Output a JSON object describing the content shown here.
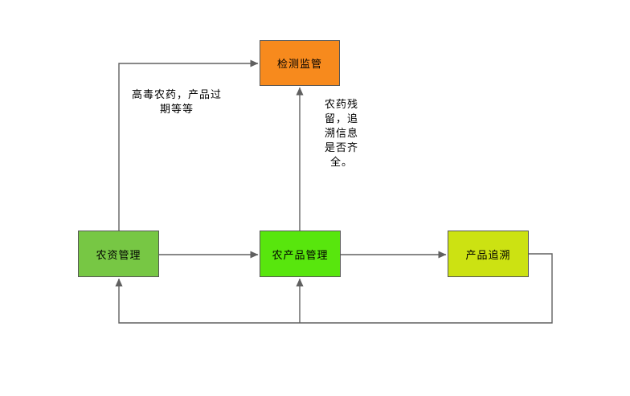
{
  "diagram": {
    "background_color": "#ffffff",
    "line_color": "#606060",
    "border_color": "#575757",
    "text_color": "#000000",
    "nodes": [
      {
        "id": "jiance",
        "label": "检测监管",
        "fill": "#f78a1d"
      },
      {
        "id": "nongzi",
        "label": "农资管理",
        "fill": "#77c744"
      },
      {
        "id": "nongchanpin",
        "label": "农产品管理",
        "fill": "#58e60d"
      },
      {
        "id": "chanpin",
        "label": "产品追溯",
        "fill": "#cce212"
      }
    ],
    "annotations": [
      {
        "id": "left",
        "text": "高毒农药，产品过\n期等等"
      },
      {
        "id": "right",
        "text": "农药残\n留，追\n溯信息\n是否齐\n全。"
      }
    ],
    "connections": [
      {
        "from": "农资管理",
        "to": "检测监管",
        "label": "高毒农药，产品过期等等"
      },
      {
        "from": "农产品管理",
        "to": "检测监管",
        "label": "农药残留，追溯信息是否齐全。"
      },
      {
        "from": "农资管理",
        "to": "农产品管理",
        "label": ""
      },
      {
        "from": "农产品管理",
        "to": "产品追溯",
        "label": ""
      },
      {
        "from": "产品追溯",
        "to": "农产品管理",
        "label": ""
      },
      {
        "from": "产品追溯",
        "to": "农资管理",
        "label": ""
      }
    ]
  }
}
